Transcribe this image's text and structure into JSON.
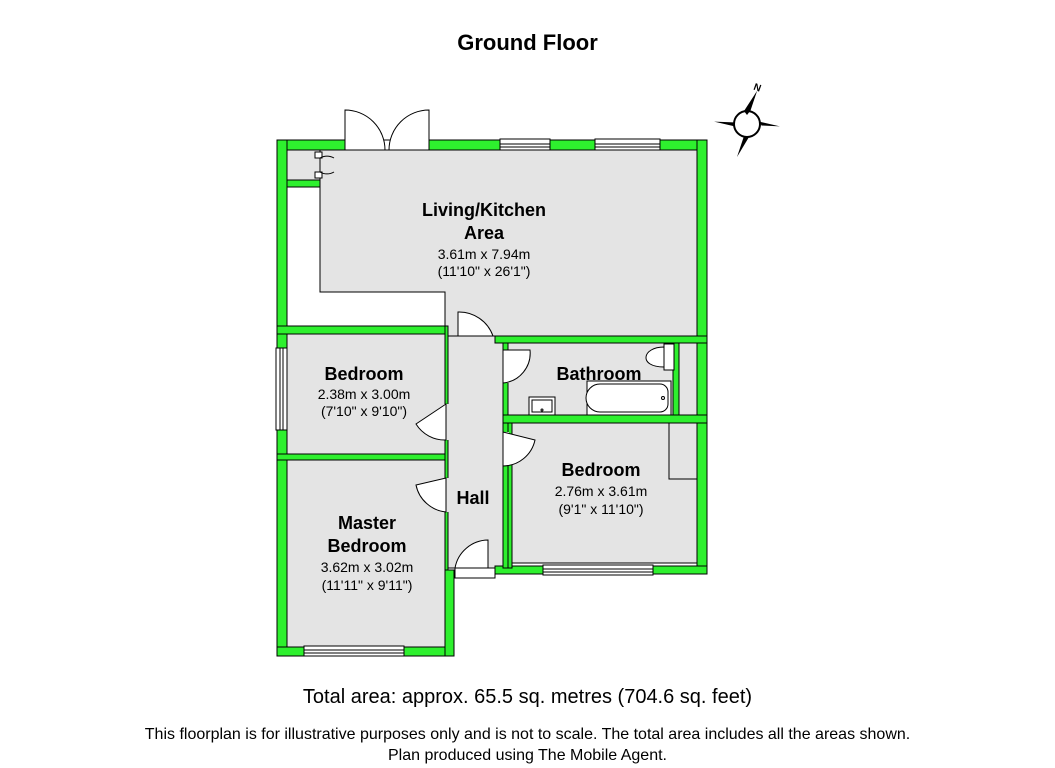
{
  "title": "Ground Floor",
  "compass": {
    "north_label": "N"
  },
  "rooms": {
    "living": {
      "name_line1": "Living/Kitchen",
      "name_line2": "Area",
      "metric": "3.61m x 7.94m",
      "imperial": "(11'10\" x 26'1\")"
    },
    "bedroom1": {
      "name": "Bedroom",
      "metric": "2.38m x 3.00m",
      "imperial": "(7'10\" x 9'10\")"
    },
    "bathroom": {
      "name": "Bathroom"
    },
    "bedroom2": {
      "name": "Bedroom",
      "metric": "2.76m x 3.61m",
      "imperial": "(9'1\" x 11'10\")"
    },
    "hall": {
      "name": "Hall"
    },
    "master": {
      "name_line1": "Master",
      "name_line2": "Bedroom",
      "metric": "3.62m x 3.02m",
      "imperial": "(11'11\" x 9'11\")"
    }
  },
  "total_area": "Total area: approx.  65.5 sq. metres (704.6 sq. feet)",
  "disclaimer_line1": "This floorplan is for illustrative purposes only and is not to scale. The total area includes all the areas shown.",
  "disclaimer_line2": "Plan produced using The Mobile Agent.",
  "colors": {
    "wall": "#2ef02e",
    "floor": "#e4e4e4",
    "outline": "#000000"
  }
}
